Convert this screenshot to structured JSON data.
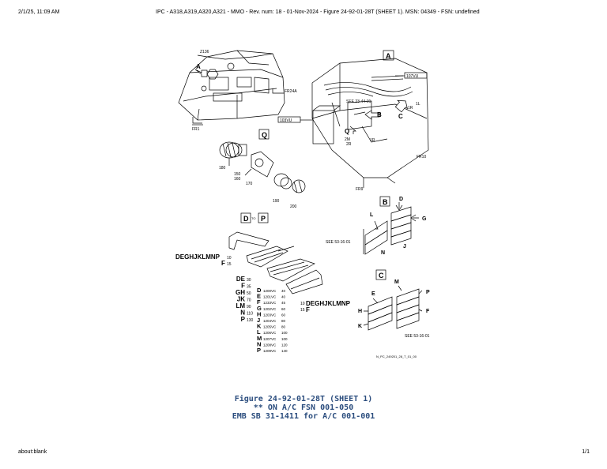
{
  "header": {
    "datetime": "2/1/25, 11:09 AM",
    "title": "IPC - A318,A319,A320,A321 - MMO - Rev. num: 18 - 01-Nov-2024 - Figure 24-92-01-28T (SHEET 1). MSN: 04349 - FSN: undefined"
  },
  "footer": {
    "url": "about:blank",
    "page": "1/1"
  },
  "figure": {
    "labels": {
      "z136": "Z136",
      "a": "A",
      "fr24a": "FR24A",
      "fr1": "FR1",
      "box_a": "A",
      "vu107": "107VU",
      "vu103": "103VU",
      "see_23": "SEE 23-44-01",
      "b": "B",
      "c": "C",
      "q": "Q",
      "r1": "1R",
      "l1": "1L",
      "m2": "2M",
      "r2": "2R",
      "fr10": "FR10",
      "fr9": "FR9",
      "box_q": "Q",
      "n180": "180",
      "n150": "150",
      "n160": "160",
      "n170": "170",
      "n190": "190",
      "n200": "200",
      "box_b": "B",
      "bd": "D",
      "bl": "L",
      "bg": "G",
      "bn": "N",
      "bj": "J",
      "see_b": "SEE 53-16-01",
      "box_d": "D",
      "to": "TO",
      "box_p": "P",
      "degh_left": "DEGHJKLMNP",
      "n10a": "10",
      "f_left": "F",
      "n15a": "15",
      "degh_right": "DEGHJKLMNP",
      "n10b": "10",
      "f_right": "F",
      "n15b": "15",
      "box_c": "C",
      "cm": "M",
      "ce": "E",
      "cp": "P",
      "ch": "H",
      "cf": "F",
      "ck": "K",
      "see_c": "SEE 53-16-01",
      "ref": "N_PC_249201_28_T_01_00"
    },
    "parts_left": [
      {
        "letter": "DE",
        "num": "30"
      },
      {
        "letter": "F",
        "num": "35"
      },
      {
        "letter": "GH",
        "num": "50"
      },
      {
        "letter": "JK",
        "num": "70"
      },
      {
        "letter": "LM",
        "num": "90"
      },
      {
        "letter": "N",
        "num": "110"
      },
      {
        "letter": "P",
        "num": "130"
      }
    ],
    "parts_right": [
      {
        "letter": "D",
        "vc": "1200VC",
        "num": "40"
      },
      {
        "letter": "E",
        "vc": "1201VC",
        "num": "40"
      },
      {
        "letter": "F",
        "vc": "1233VC",
        "num": "45"
      },
      {
        "letter": "G",
        "vc": "1202VC",
        "num": "60"
      },
      {
        "letter": "H",
        "vc": "1203VC",
        "num": "60"
      },
      {
        "letter": "J",
        "vc": "1204VC",
        "num": "80"
      },
      {
        "letter": "K",
        "vc": "1205VC",
        "num": "80"
      },
      {
        "letter": "L",
        "vc": "1206VC",
        "num": "100"
      },
      {
        "letter": "M",
        "vc": "1207VC",
        "num": "100"
      },
      {
        "letter": "N",
        "vc": "1208VC",
        "num": "120"
      },
      {
        "letter": "P",
        "vc": "1209VC",
        "num": "140"
      }
    ]
  },
  "caption": {
    "line1": "Figure 24-92-01-28T (SHEET 1)",
    "line2": "** ON A/C FSN 001-050",
    "line3": "EMB SB 31-1411 for A/C 001-001"
  }
}
